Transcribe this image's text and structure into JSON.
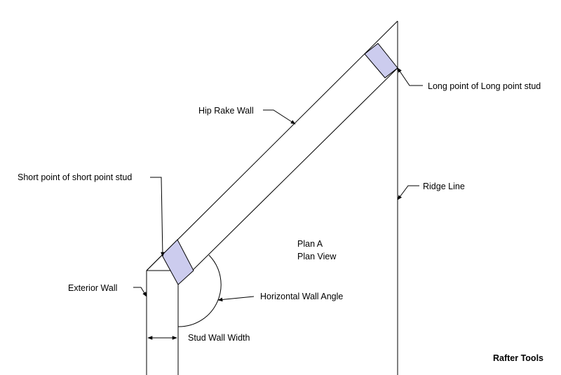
{
  "labels": {
    "long_point": "Long point of Long point stud",
    "hip_rake_wall": "Hip Rake Wall",
    "short_point": "Short point of short point stud",
    "ridge_line": "Ridge Line",
    "plan_a": "Plan A",
    "plan_view": "Plan View",
    "exterior_wall": "Exterior Wall",
    "horizontal_wall_angle": "Horizontal Wall Angle",
    "stud_wall_width": "Stud Wall Width",
    "brand": "Rafter Tools"
  },
  "colors": {
    "line": "#000000",
    "stud_fill": "#ccccee",
    "background": "#ffffff"
  }
}
